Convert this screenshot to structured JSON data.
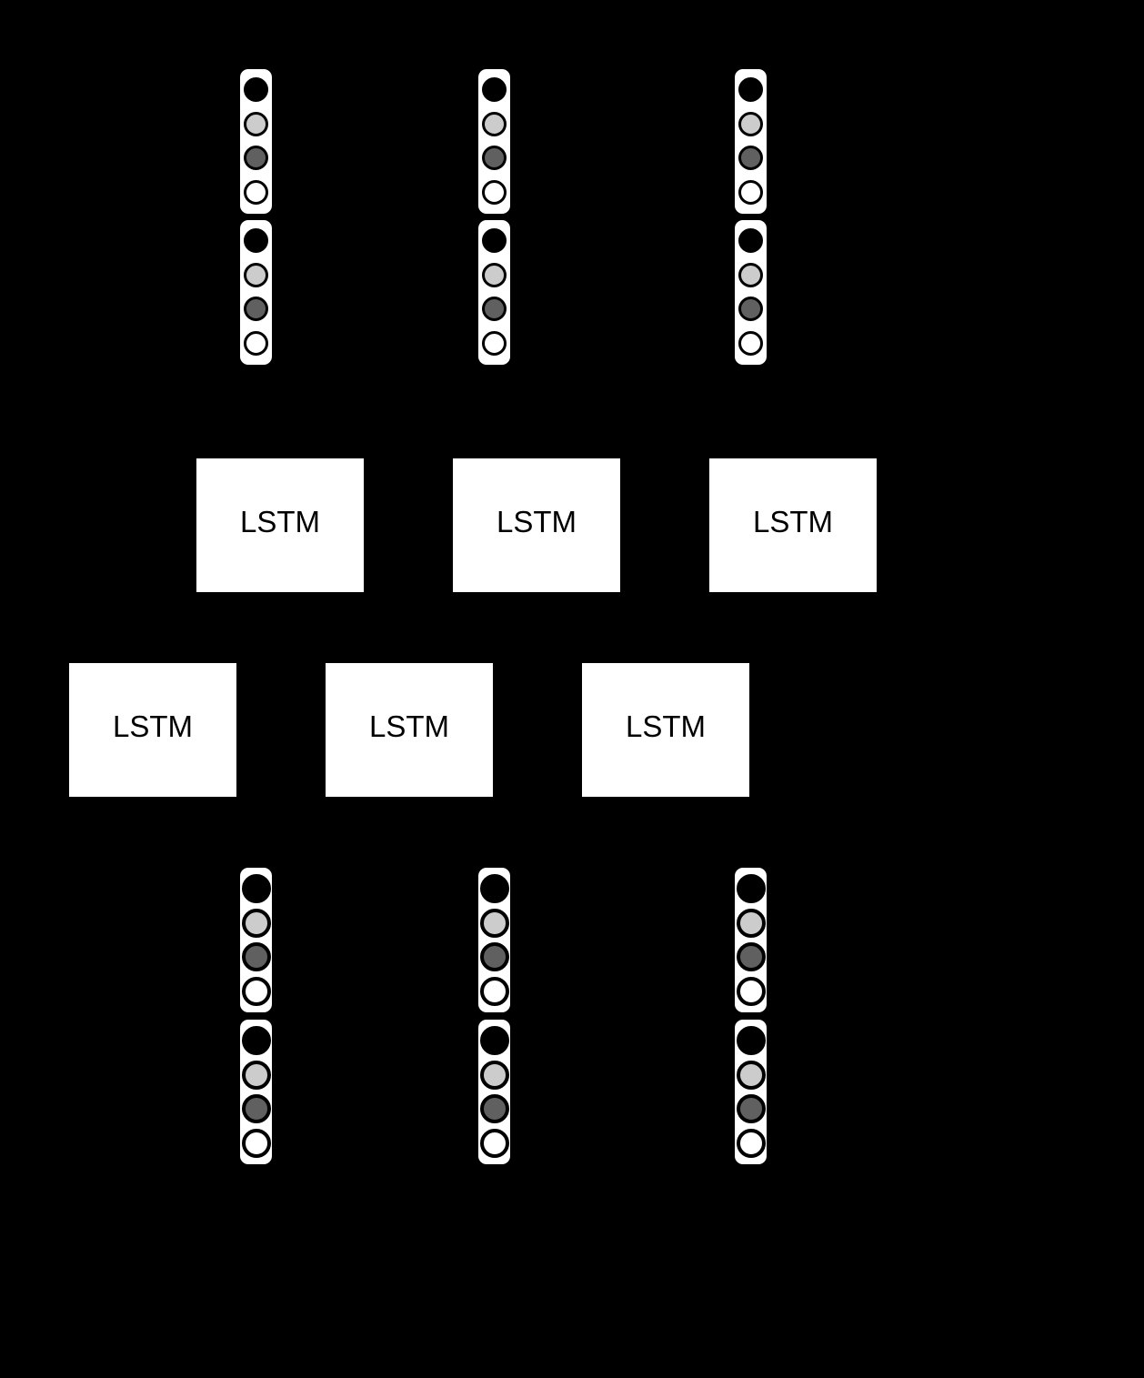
{
  "figure": {
    "background_color": "#000000",
    "lstm_boxes": {
      "label": "LSTM",
      "count": 6,
      "fill_color": "#ffffff",
      "text_color": "#000000"
    },
    "vectors": {
      "count": 12,
      "cells_per_vector": 4,
      "fill_color": "#ffffff",
      "cell_border_color": "#000000",
      "cell_fills_top_to_bottom": [
        "#000000",
        "#cccccc",
        "#606060",
        "#ffffff"
      ]
    }
  }
}
